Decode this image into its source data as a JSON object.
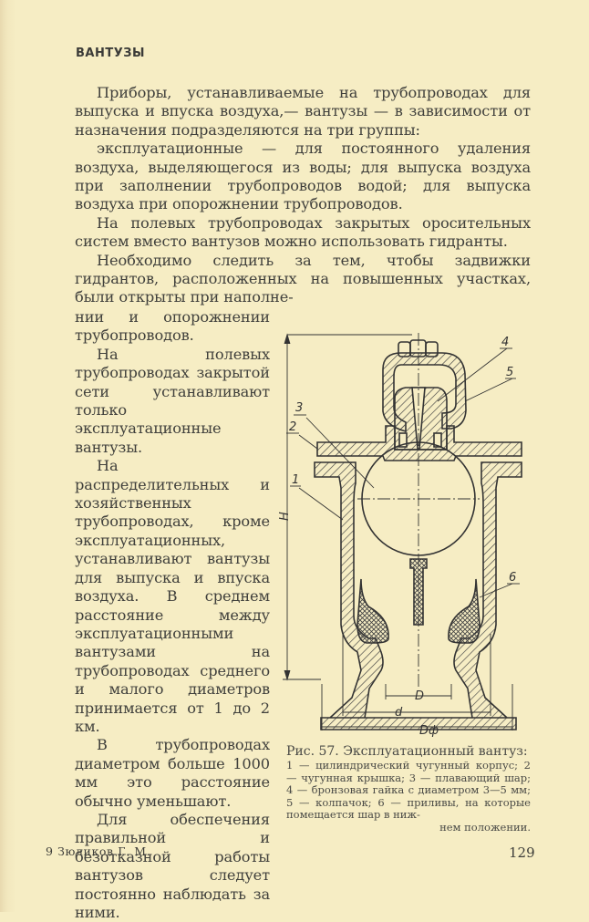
{
  "page": {
    "paper_color": "#f6edc4",
    "ink_color": "#3a3a36",
    "running_header": "ВАНТУЗЫ",
    "paragraphs_full": [
      "Приборы, устанавливаемые на трубопроводах для выпуска и впуска воздуха,— вантузы — в зависимости от назначения подразделяются на три группы:",
      "эксплуатационные — для постоянного удаления воздуха, выделяющегося из воды; для выпуска воздуха при заполнении трубопроводов водой; для выпуска воздуха при опорожнении трубопроводов.",
      "На полевых трубопроводах закрытых оросительных систем вместо вантузов можно использовать гидранты.",
      "Необходимо следить за тем, чтобы задвижки гидрантов, расположенных на повышенных участках, были открыты при наполне-"
    ],
    "paragraphs_column": [
      "нии и опорожнении трубопроводов.",
      "На полевых трубопроводах закрытой сети устанавливают только эксплуатационные вантузы.",
      "На распределительных и хозяйственных трубопроводах, кроме эксплуатационных, устанавливают вантузы для выпуска и впуска воздуха. В среднем расстояние между эксплуатационными вантузами на трубопроводах среднего и малого диаметров принимается от 1 до 2 км.",
      "В трубопроводах диаметром больше 1000 мм это расстояние обычно уменьшают.",
      "Для обеспечения правильной и безотказной работы вантузов следует постоянно наблюдать за ними."
    ],
    "figure": {
      "caption_title": "Рис. 57. Эксплуатационный вантуз:",
      "caption_body": "1 — цилиндрический чугунный корпус; 2 — чугунная крышка; 3 — плавающий шар; 4 — бронзовая гайка с диаметром 3—5 мм; 5 — колпачок; 6 — приливы, на которые помещается шар в ниж-",
      "caption_last": "нем положении.",
      "callouts": [
        "1",
        "2",
        "3",
        "4",
        "5",
        "6"
      ],
      "dimensions": {
        "height": "H",
        "inner": "D",
        "body": "d",
        "flange": "Dф"
      }
    },
    "footer": {
      "signature": "9 Зюликов Г. М.",
      "page_number": "129"
    }
  }
}
